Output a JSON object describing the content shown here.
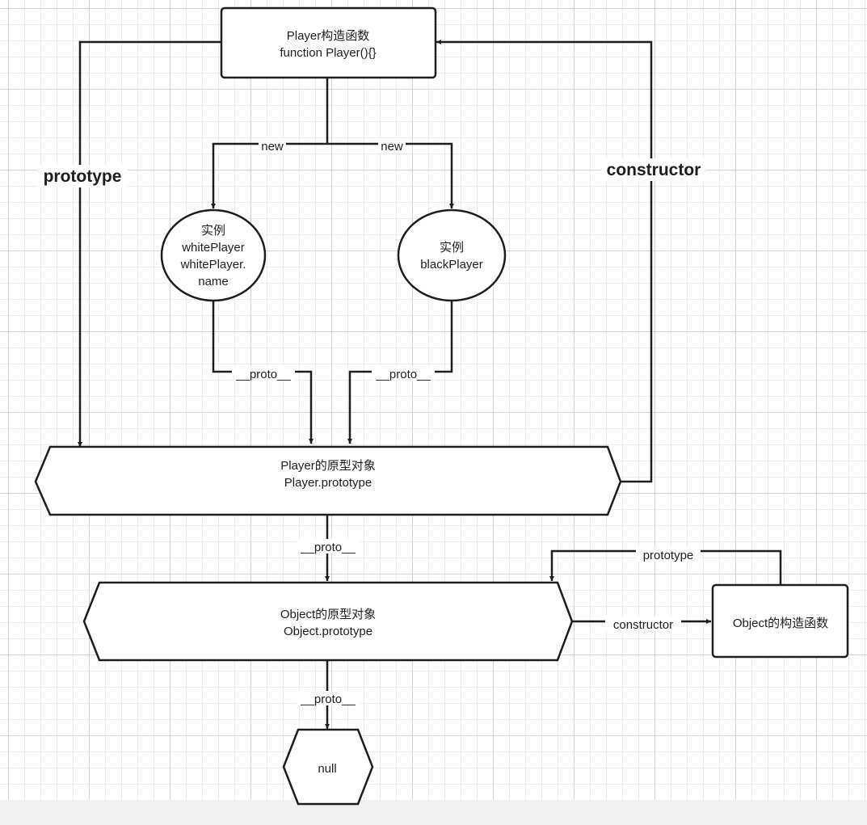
{
  "nodes": {
    "player_ctor": {
      "line1": "Player构造函数",
      "line2": "function Player(){}"
    },
    "white_instance": {
      "line1": "实例",
      "line2": "whitePlayer",
      "line3": "whitePlayer.",
      "line4": "name"
    },
    "black_instance": {
      "line1": "实例",
      "line2": "blackPlayer"
    },
    "player_proto": {
      "line1": "Player的原型对象",
      "line2": "Player.prototype"
    },
    "object_proto": {
      "line1": "Object的原型对象",
      "line2": "Object.prototype"
    },
    "object_ctor": {
      "line1": "Object的构造函数"
    },
    "null_node": {
      "line1": "null"
    }
  },
  "edges": {
    "new_left": "new",
    "new_right": "new",
    "prototype_big": "prototype",
    "constructor_big": "constructor",
    "proto_white": "__proto__",
    "proto_black": "__proto__",
    "proto_player_to_object": "__proto__",
    "proto_object_to_null": "__proto__",
    "object_prototype": "prototype",
    "object_constructor": "constructor"
  },
  "colors": {
    "stroke": "#1e1e1e",
    "grid": "#d4d4d4",
    "background": "#ffffff"
  }
}
